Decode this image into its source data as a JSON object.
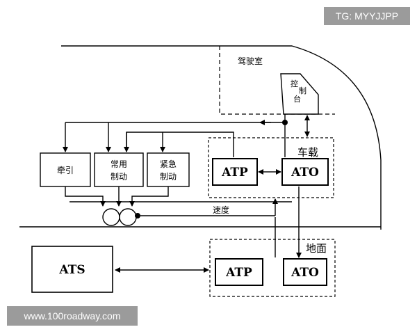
{
  "watermarks": {
    "top_right": "TG: MYYJJPP",
    "bottom_left": "www.100roadway.com"
  },
  "labels": {
    "cab": "驾驶室",
    "console": [
      "控",
      "制",
      "台"
    ],
    "onboard": "车载",
    "ground": "地面",
    "speed": "速度"
  },
  "boxes": {
    "traction": [
      "牵引"
    ],
    "service_brake": [
      "常用",
      "制动"
    ],
    "emergency_brake": [
      "紧急",
      "制动"
    ],
    "atp_onboard": "ATP",
    "ato_onboard": "ATO",
    "ats": "ATS",
    "atp_ground": "ATP",
    "ato_ground": "ATO"
  }
}
